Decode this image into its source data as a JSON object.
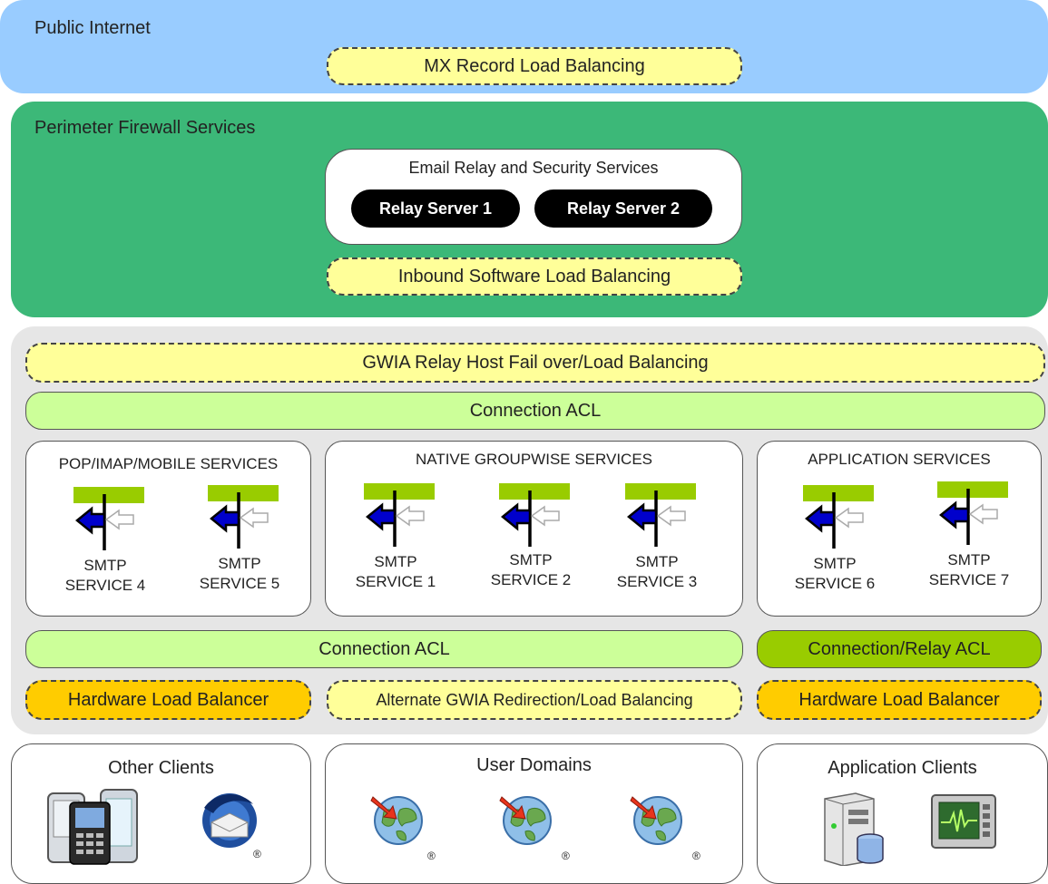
{
  "internet": {
    "title": "Public Internet",
    "mx_lb": "MX Record Load Balancing"
  },
  "perimeter": {
    "title": "Perimeter Firewall Services",
    "relay_group": {
      "title": "Email Relay and Security Services",
      "servers": [
        "Relay Server 1",
        "Relay Server 2"
      ]
    },
    "inbound_lb": "Inbound Software Load Balancing"
  },
  "internal": {
    "gwia_failover": "GWIA Relay Host Fail over/Load Balancing",
    "connection_acl_top": "Connection ACL",
    "groups": [
      {
        "title": "POP/IMAP/MOBILE SERVICES",
        "services": [
          [
            "SMTP",
            "SERVICE 4"
          ],
          [
            "SMTP",
            "SERVICE 5"
          ]
        ]
      },
      {
        "title": "NATIVE GROUPWISE SERVICES",
        "services": [
          [
            "SMTP",
            "SERVICE 1"
          ],
          [
            "SMTP",
            "SERVICE 2"
          ],
          [
            "SMTP",
            "SERVICE 3"
          ]
        ]
      },
      {
        "title": "APPLICATION SERVICES",
        "services": [
          [
            "SMTP",
            "SERVICE 6"
          ],
          [
            "SMTP",
            "SERVICE 7"
          ]
        ]
      }
    ],
    "connection_acl_bottom": "Connection ACL",
    "connection_relay_acl": "Connection/Relay ACL",
    "hw_lb_left": "Hardware Load Balancer",
    "alt_gwia": "Alternate GWIA Redirection/Load Balancing",
    "hw_lb_right": "Hardware Load Balancer"
  },
  "clients": {
    "other": "Other Clients",
    "user_domains": "User Domains",
    "application": "Application Clients",
    "registered_mark": "®"
  },
  "colors": {
    "internet_bg": "#99ccff",
    "perimeter_bg": "#3cb878",
    "internal_bg": "#e6e6e6",
    "yellow_pill": "#ffff99",
    "light_green_pill": "#ccff99",
    "relay_acl_green": "#99cc00",
    "orange_pill": "#ffcc00",
    "service_bar_green": "#99cc00",
    "arrow_blue": "#0000cc"
  },
  "icons": {
    "service": "smtp-service-icon",
    "phones": "mobile-phones-icon",
    "thunderbird": "thunderbird-client-icon",
    "globe": "groupwise-globe-icon",
    "server": "server-database-icon",
    "monitor": "monitor-activity-icon"
  }
}
